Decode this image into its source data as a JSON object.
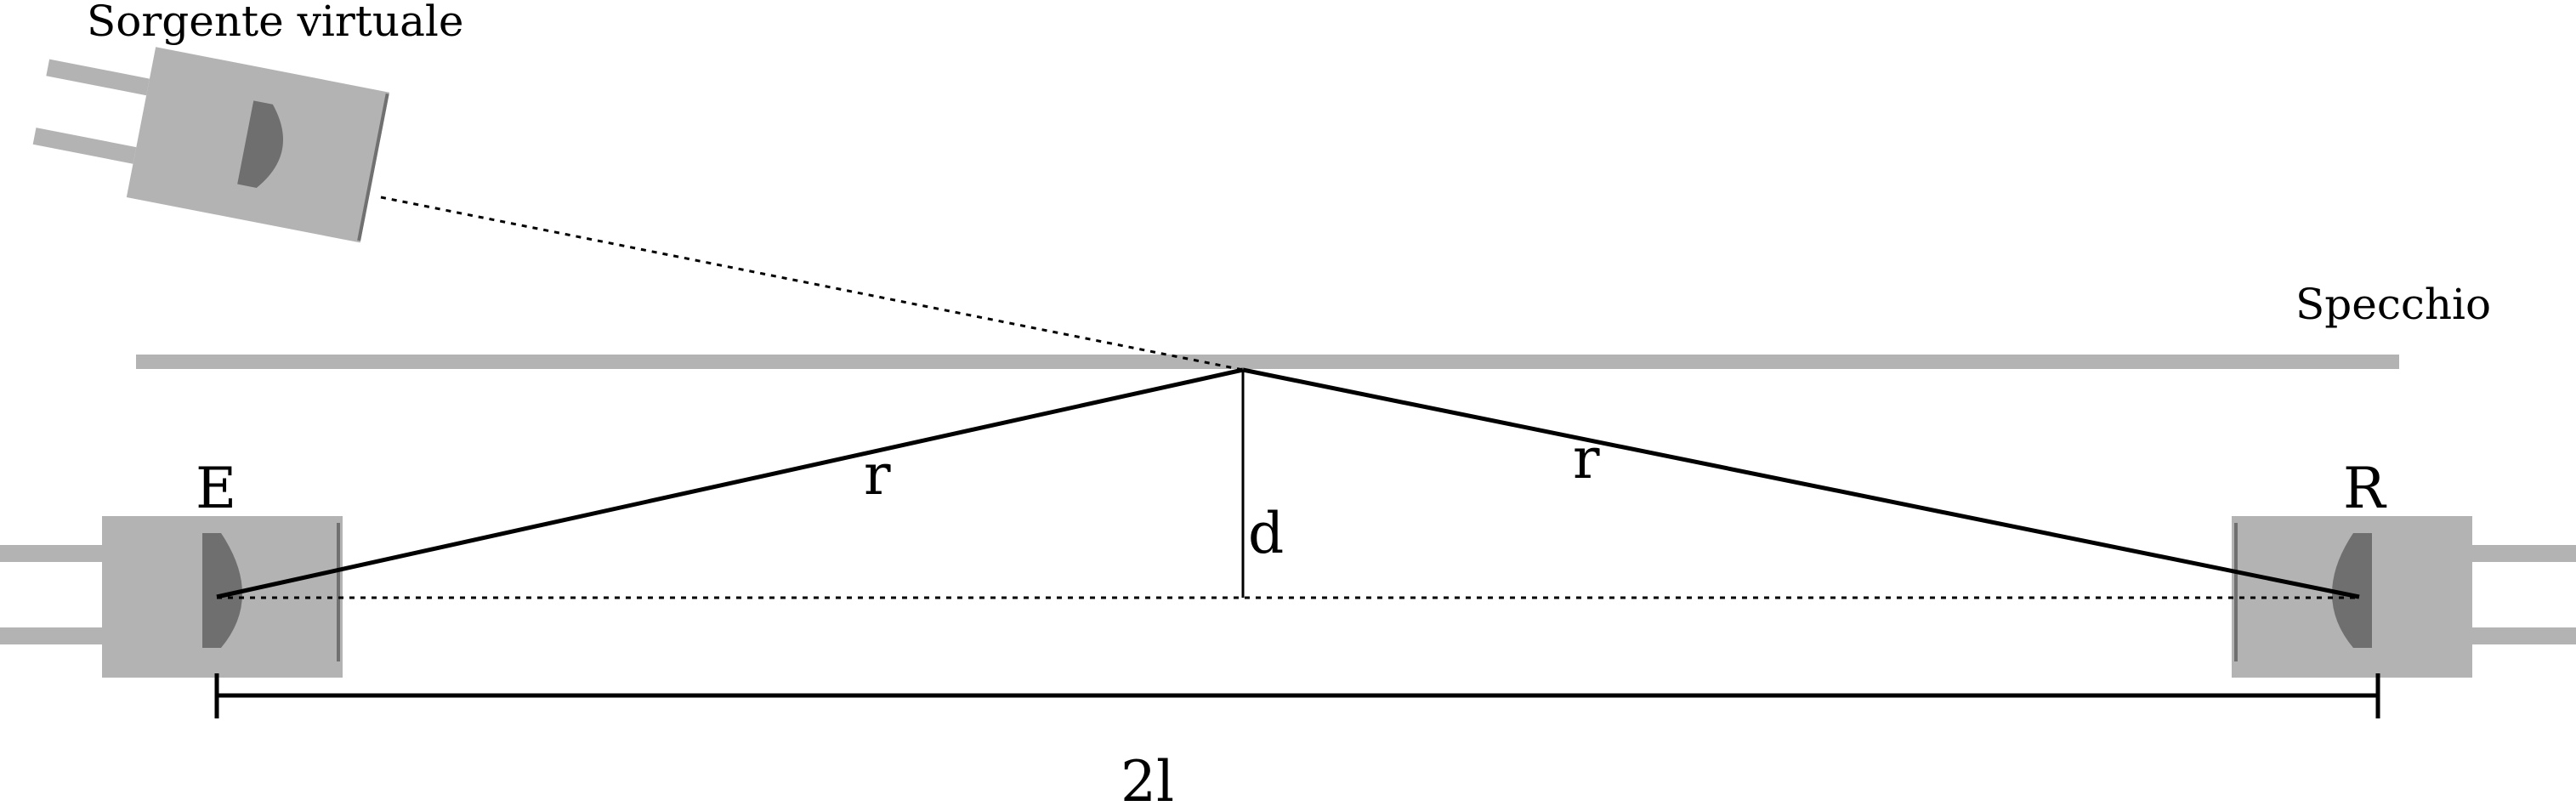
{
  "labels": {
    "virtual_source": "Sorgente virtuale",
    "mirror": "Specchio",
    "emitter": "E",
    "receiver": "R",
    "distance_left": "r",
    "distance_right": "r",
    "height": "d",
    "baseline": "2l"
  },
  "colors": {
    "device_body": "#b3b3b3",
    "lens": "#6f6f6f",
    "mirror": "#b3b3b3",
    "lines": "#000000"
  }
}
